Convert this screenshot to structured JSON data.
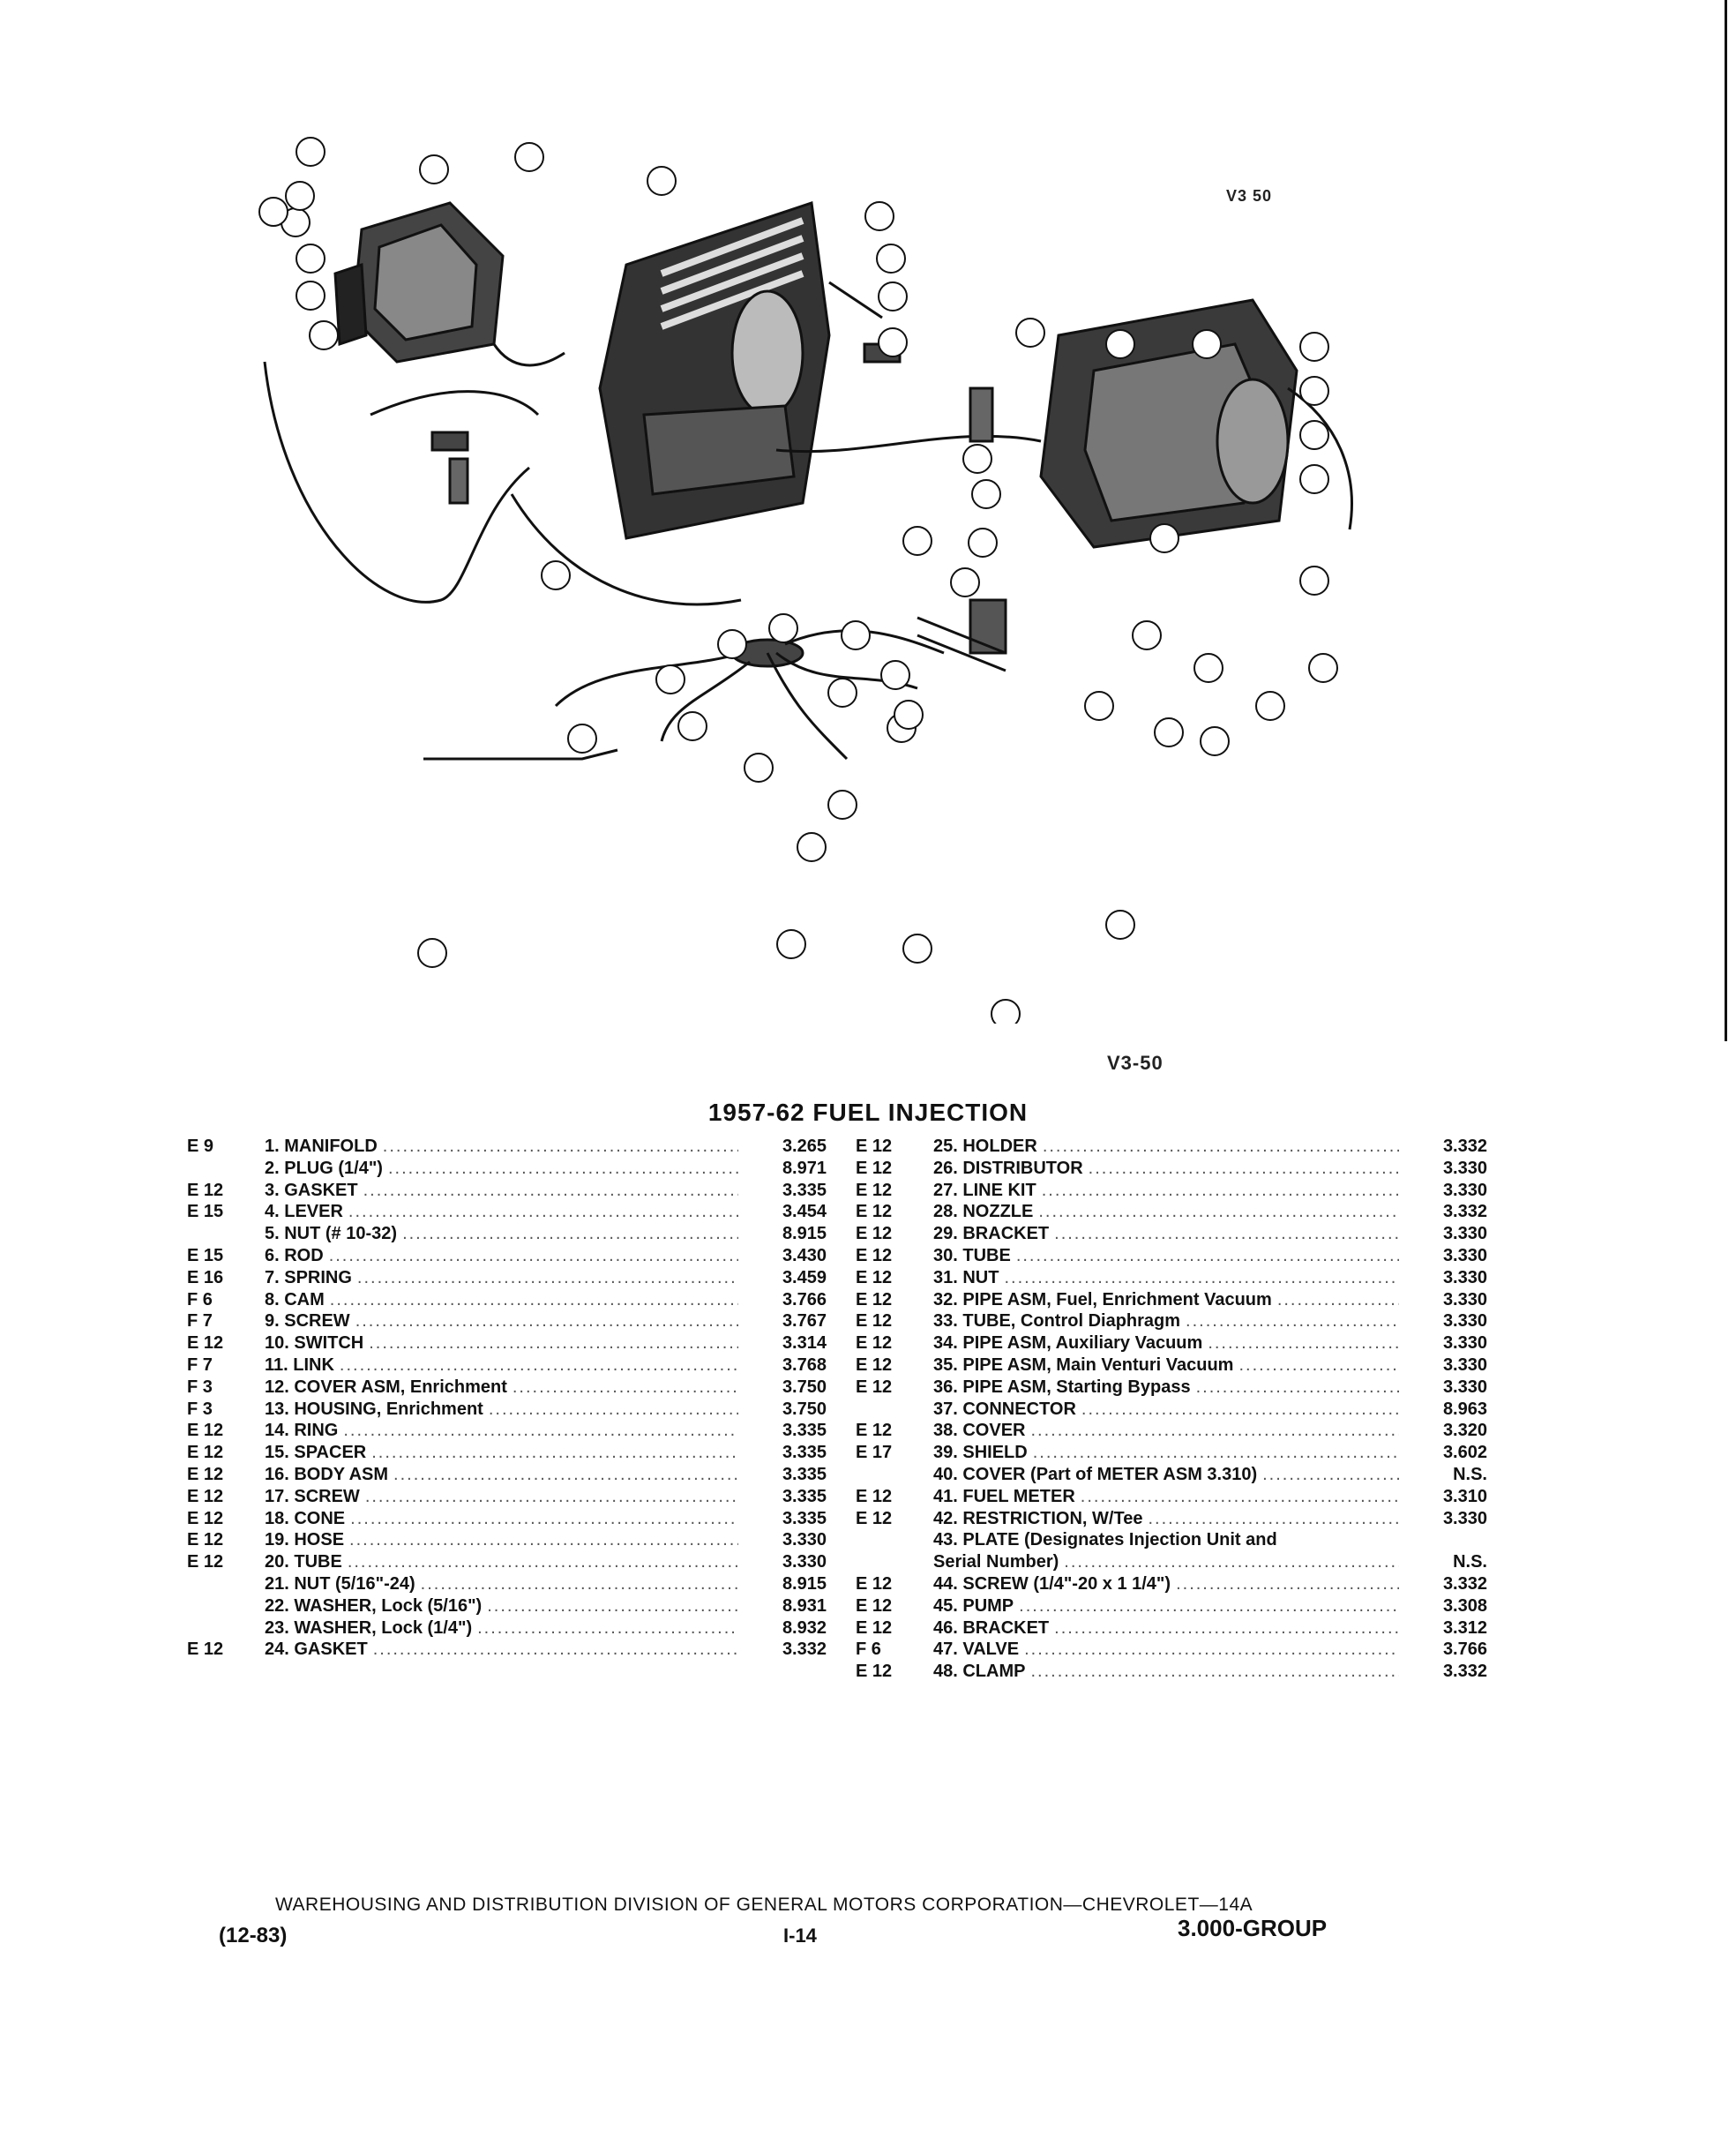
{
  "diagram": {
    "ref_top": "V3 50",
    "ref_bottom": "V3-50"
  },
  "title": "1957-62 FUEL INJECTION",
  "parts_left": [
    {
      "cls": "E 9",
      "desc": "1. MANIFOLD",
      "grp": "3.265"
    },
    {
      "cls": "",
      "desc": "2. PLUG (1/4\")",
      "grp": "8.971"
    },
    {
      "cls": "E 12",
      "desc": "3. GASKET",
      "grp": "3.335"
    },
    {
      "cls": "E 15",
      "desc": "4. LEVER",
      "grp": "3.454"
    },
    {
      "cls": "",
      "desc": "5. NUT (# 10-32)",
      "grp": "8.915"
    },
    {
      "cls": "E 15",
      "desc": "6. ROD",
      "grp": "3.430"
    },
    {
      "cls": "E 16",
      "desc": "7. SPRING",
      "grp": "3.459"
    },
    {
      "cls": "F 6",
      "desc": "8. CAM",
      "grp": "3.766"
    },
    {
      "cls": "F 7",
      "desc": "9. SCREW",
      "grp": "3.767"
    },
    {
      "cls": "E 12",
      "desc": "10. SWITCH",
      "grp": "3.314"
    },
    {
      "cls": "F 7",
      "desc": "11. LINK",
      "grp": "3.768"
    },
    {
      "cls": "F 3",
      "desc": "12. COVER ASM, Enrichment",
      "grp": "3.750"
    },
    {
      "cls": "F 3",
      "desc": "13. HOUSING, Enrichment",
      "grp": "3.750"
    },
    {
      "cls": "E 12",
      "desc": "14. RING",
      "grp": "3.335"
    },
    {
      "cls": "E 12",
      "desc": "15. SPACER",
      "grp": "3.335"
    },
    {
      "cls": "E 12",
      "desc": "16. BODY ASM",
      "grp": "3.335"
    },
    {
      "cls": "E 12",
      "desc": "17. SCREW",
      "grp": "3.335"
    },
    {
      "cls": "E 12",
      "desc": "18. CONE",
      "grp": "3.335"
    },
    {
      "cls": "E 12",
      "desc": "19. HOSE",
      "grp": "3.330"
    },
    {
      "cls": "E 12",
      "desc": "20. TUBE",
      "grp": "3.330"
    },
    {
      "cls": "",
      "desc": "21. NUT (5/16\"-24)",
      "grp": "8.915"
    },
    {
      "cls": "",
      "desc": "22. WASHER, Lock (5/16\")",
      "grp": "8.931"
    },
    {
      "cls": "",
      "desc": "23. WASHER, Lock (1/4\")",
      "grp": "8.932"
    },
    {
      "cls": "E 12",
      "desc": "24. GASKET",
      "grp": "3.332"
    }
  ],
  "parts_right": [
    {
      "cls": "E 12",
      "desc": "25. HOLDER",
      "grp": "3.332"
    },
    {
      "cls": "E 12",
      "desc": "26. DISTRIBUTOR",
      "grp": "3.330"
    },
    {
      "cls": "E 12",
      "desc": "27. LINE KIT",
      "grp": "3.330"
    },
    {
      "cls": "E 12",
      "desc": "28. NOZZLE",
      "grp": "3.332"
    },
    {
      "cls": "E 12",
      "desc": "29. BRACKET",
      "grp": "3.330"
    },
    {
      "cls": "E 12",
      "desc": "30. TUBE",
      "grp": "3.330"
    },
    {
      "cls": "E 12",
      "desc": "31. NUT",
      "grp": "3.330"
    },
    {
      "cls": "E 12",
      "desc": "32. PIPE ASM, Fuel, Enrichment Vacuum",
      "grp": "3.330"
    },
    {
      "cls": "E 12",
      "desc": "33. TUBE, Control Diaphragm",
      "grp": "3.330"
    },
    {
      "cls": "E 12",
      "desc": "34. PIPE ASM, Auxiliary Vacuum",
      "grp": "3.330"
    },
    {
      "cls": "E 12",
      "desc": "35. PIPE ASM, Main Venturi Vacuum",
      "grp": "3.330"
    },
    {
      "cls": "E 12",
      "desc": "36. PIPE ASM, Starting Bypass",
      "grp": "3.330"
    },
    {
      "cls": "",
      "desc": "37. CONNECTOR",
      "grp": "8.963"
    },
    {
      "cls": "E 12",
      "desc": "38. COVER",
      "grp": "3.320"
    },
    {
      "cls": "E 17",
      "desc": "39. SHIELD",
      "grp": "3.602"
    },
    {
      "cls": "",
      "desc": "40. COVER (Part of METER ASM 3.310)",
      "grp": "N.S."
    },
    {
      "cls": "E 12",
      "desc": "41. FUEL METER",
      "grp": "3.310"
    },
    {
      "cls": "E 12",
      "desc": "42. RESTRICTION, W/Tee",
      "grp": "3.330"
    },
    {
      "cls": "",
      "desc": "43. PLATE (Designates Injection Unit and",
      "grp": ""
    },
    {
      "cls": "",
      "desc": "Serial Number)",
      "grp": "N.S."
    },
    {
      "cls": "E 12",
      "desc": "44. SCREW (1/4\"-20 x 1 1/4\")",
      "grp": "3.332"
    },
    {
      "cls": "E 12",
      "desc": "45. PUMP",
      "grp": "3.308"
    },
    {
      "cls": "E 12",
      "desc": "46. BRACKET",
      "grp": "3.312"
    },
    {
      "cls": "F 6",
      "desc": "47. VALVE",
      "grp": "3.766"
    },
    {
      "cls": "E 12",
      "desc": "48. CLAMP",
      "grp": "3.332"
    }
  ],
  "footer": {
    "line": "WAREHOUSING AND DISTRIBUTION DIVISION OF GENERAL MOTORS CORPORATION—CHEVROLET—14A",
    "date": "(12-83)",
    "page": "I-14",
    "group": "3.000-GROUP"
  }
}
